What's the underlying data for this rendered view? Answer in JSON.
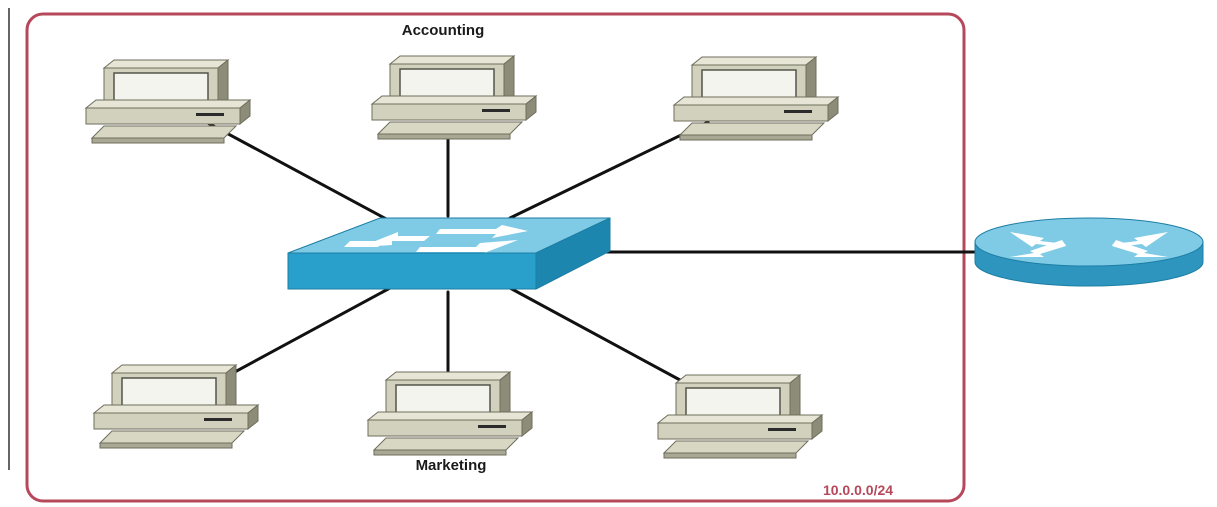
{
  "diagram": {
    "groups": {
      "top_label": "Accounting",
      "bottom_label": "Marketing"
    },
    "subnet": {
      "label": "10.0.0.0/24"
    },
    "colors": {
      "frame": "#b5485a",
      "subnet_text": "#b5485a",
      "link": "#111111",
      "switch_top": "#7fcbe6",
      "switch_front": "#29a0cc",
      "switch_side": "#1d86ae",
      "router_top": "#7fcbe6",
      "router_body": "#2e95bf",
      "pc_body": "#d2d1be",
      "pc_dark": "#8d8c78",
      "pc_screen": "#f4f4ee"
    },
    "nodes": [
      {
        "id": "pc-accounting-1",
        "type": "workstation",
        "group": "accounting"
      },
      {
        "id": "pc-accounting-2",
        "type": "workstation",
        "group": "accounting"
      },
      {
        "id": "pc-accounting-3",
        "type": "workstation",
        "group": "accounting"
      },
      {
        "id": "pc-marketing-1",
        "type": "workstation",
        "group": "marketing"
      },
      {
        "id": "pc-marketing-2",
        "type": "workstation",
        "group": "marketing"
      },
      {
        "id": "pc-marketing-3",
        "type": "workstation",
        "group": "marketing"
      },
      {
        "id": "switch",
        "type": "switch"
      },
      {
        "id": "router",
        "type": "router"
      }
    ],
    "links": [
      {
        "from": "pc-accounting-1",
        "to": "switch"
      },
      {
        "from": "pc-accounting-2",
        "to": "switch"
      },
      {
        "from": "pc-accounting-3",
        "to": "switch"
      },
      {
        "from": "pc-marketing-1",
        "to": "switch"
      },
      {
        "from": "pc-marketing-2",
        "to": "switch"
      },
      {
        "from": "pc-marketing-3",
        "to": "switch"
      },
      {
        "from": "switch",
        "to": "router"
      }
    ]
  }
}
